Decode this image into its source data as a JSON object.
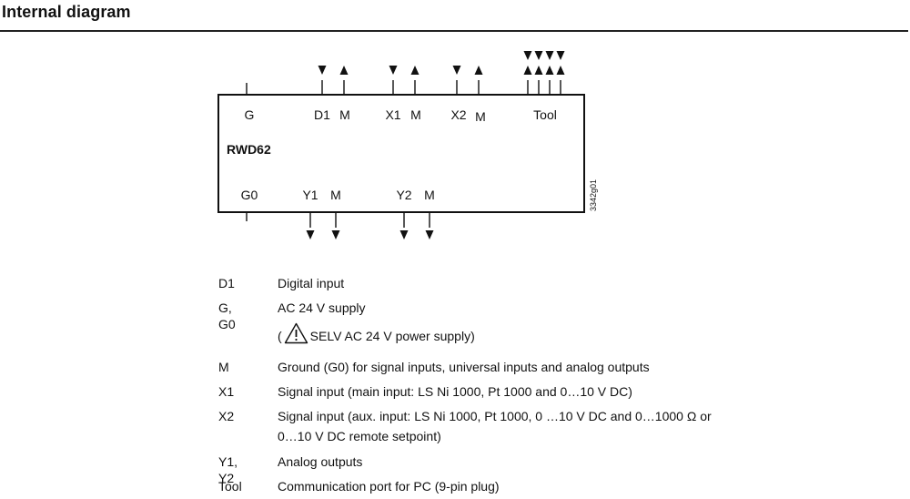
{
  "heading": "Internal diagram",
  "device": {
    "name": "RWD62",
    "drawing_code": "3342g01",
    "top_labels": [
      "G",
      "D1",
      "M",
      "X1",
      "M",
      "X2",
      "M",
      "Tool"
    ],
    "bottom_labels": [
      "G0",
      "Y1",
      "M",
      "Y2",
      "M"
    ]
  },
  "legend": [
    {
      "term": "D1",
      "description": "Digital input"
    },
    {
      "term": "G, G0",
      "description": "AC 24 V supply"
    },
    {
      "term": "",
      "description_before": "(",
      "description_after": "SELV AC 24 V power supply)",
      "icon": "warning-triangle-icon"
    },
    {
      "term": "M",
      "description": "Ground (G0) for signal inputs, universal inputs and analog outputs"
    },
    {
      "term": "X1",
      "description": "Signal input (main input: LS Ni 1000, Pt 1000 and 0…10 V DC)"
    },
    {
      "term": "X2",
      "description": "Signal input (aux. input: LS Ni 1000, Pt 1000, 0 …10 V DC and 0…1000 Ω or",
      "description_line2": "0…10 V DC remote setpoint)"
    },
    {
      "term": "Y1, Y2",
      "description": "Analog outputs"
    },
    {
      "term": "Tool",
      "description": "Communication port for PC (9-pin plug)"
    }
  ]
}
